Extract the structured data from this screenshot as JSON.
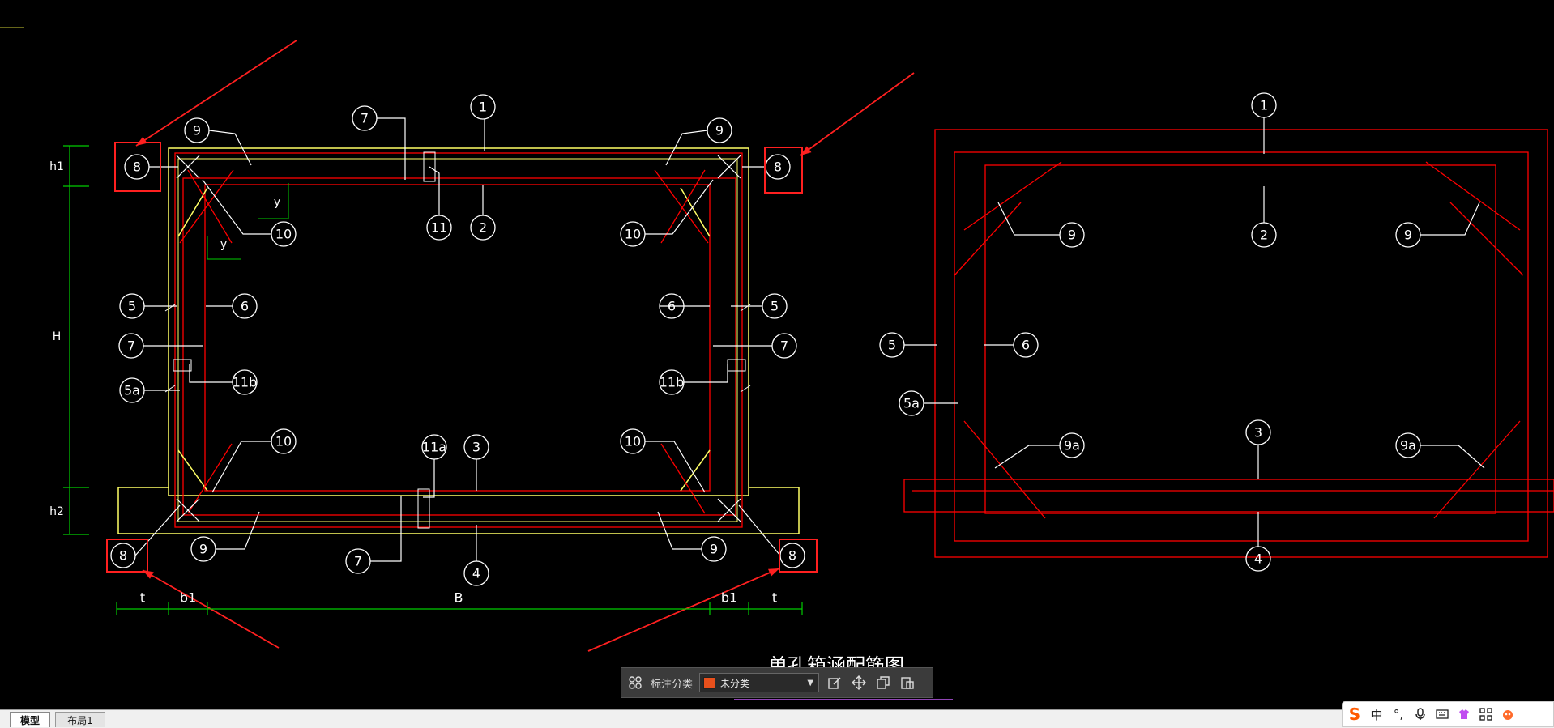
{
  "canvas": {
    "background": "#000000",
    "colors": {
      "rebar": "#ff0000",
      "outline": "#ffff66",
      "dimension": "#00cc00",
      "label": "#ffffff",
      "highlight": "#ff2020"
    }
  },
  "left_drawing": {
    "labels": [
      "1",
      "2",
      "3",
      "4",
      "5",
      "5",
      "5a",
      "6",
      "6",
      "7",
      "7",
      "7",
      "7",
      "8",
      "8",
      "8",
      "8",
      "9",
      "9",
      "9",
      "9",
      "10",
      "10",
      "10",
      "10",
      "11",
      "11a",
      "11b",
      "11b"
    ],
    "dimensions": {
      "left": [
        "h1",
        "H",
        "h2"
      ],
      "bottom": [
        "t",
        "b1",
        "B",
        "b1",
        "t"
      ],
      "local": [
        "y",
        "y"
      ]
    }
  },
  "right_drawing": {
    "labels": [
      "1",
      "2",
      "3",
      "4",
      "5",
      "5a",
      "6",
      "9",
      "9",
      "9a",
      "9a"
    ]
  },
  "title": "单孔箱涵配筋图",
  "toolbar": {
    "grid_icon": "grid-icon",
    "label": "标注分类",
    "category": "未分类",
    "category_color": "#e8501c",
    "icons": [
      "edit-icon",
      "move-icon",
      "copy-icon",
      "paste-icon"
    ]
  },
  "tabs": [
    "模型",
    "布局1"
  ],
  "ime": {
    "logo": "S",
    "lang": "中",
    "items": [
      "punctuation-icon",
      "mic-icon",
      "keyboard-icon",
      "skin-icon",
      "grid-icon",
      "tools-icon"
    ]
  }
}
